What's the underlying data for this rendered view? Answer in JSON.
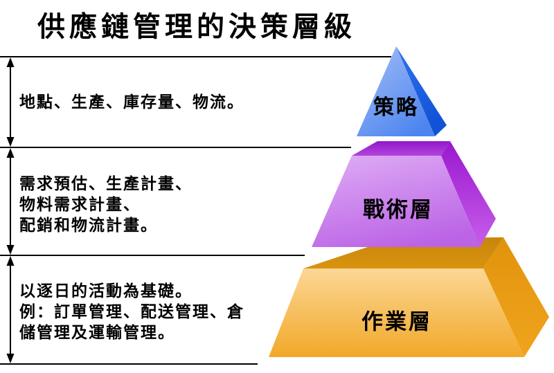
{
  "title": "供應鏈管理的決策層級",
  "line_color": "#000000",
  "levels": [
    {
      "id": "strategic",
      "pyramid_label": "策略",
      "description_lines": [
        "地點、生產、庫存量、物流。"
      ],
      "colors": {
        "face_light": "#a6c0f5",
        "face_dark": "#4d85ef",
        "side_light": "#2f72f0",
        "side_dark": "#1252d6"
      }
    },
    {
      "id": "tactical",
      "pyramid_label": "戰術層",
      "description_lines": [
        "需求預估、生產計畫、",
        "物料需求計畫、",
        "配銷和物流計畫。"
      ],
      "colors": {
        "top_light": "#b343dc",
        "top_dark": "#9018c8",
        "face_light": "#ddaaf4",
        "face_dark": "#bc64e6",
        "side_light": "#c75eea",
        "side_dark": "#9a17cf"
      }
    },
    {
      "id": "operational",
      "pyramid_label": "作業層",
      "description_lines": [
        "以逐日的活動為基礎。",
        "例：訂單管理、配送管理、倉",
        "儲管理及運輸管理。"
      ],
      "colors": {
        "top_light": "#d99310",
        "top_dark": "#c8850a",
        "face_light": "#fbd795",
        "face_dark": "#f2a829",
        "side_light": "#f0a41e",
        "side_dark": "#e2930c"
      }
    }
  ]
}
